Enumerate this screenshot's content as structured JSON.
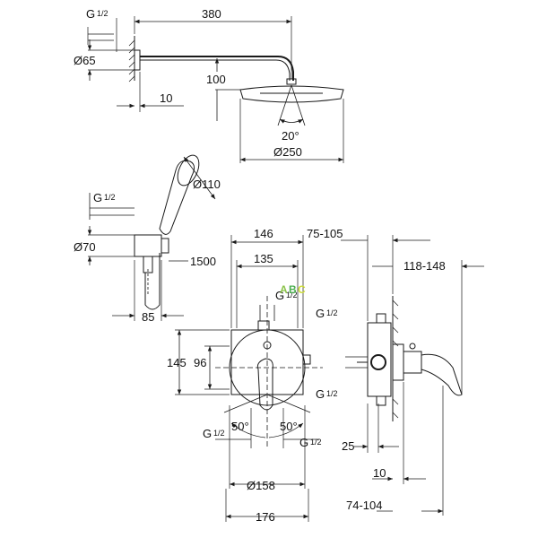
{
  "dimensions": {
    "g12_top": "G",
    "frac": "1/2",
    "arm_length": "380",
    "flange_dia": "Ø65",
    "drop": "100",
    "wall_offset": "10",
    "spray_angle": "20°",
    "head_dia": "Ø250",
    "hand_dia": "Ø110",
    "g12_holder": "G",
    "holder_dia": "Ø70",
    "hose_length": "1500",
    "holder_depth": "85",
    "width_146": "146",
    "width_135": "135",
    "depth_75_105": "75-105",
    "depth_118_148": "118-148",
    "g12_mid_left": "G",
    "g12_mid_right": "G",
    "g12_side_lower": "G",
    "height_145": "145",
    "height_96": "96",
    "angle_left": "50°",
    "angle_right": "50°",
    "g12_bottom_left": "G",
    "g12_bottom_right": "G",
    "dim_25": "25",
    "plate_dia": "Ø158",
    "dim_10_bottom": "10",
    "plate_width": "176",
    "depth_74_104": "74-104"
  },
  "watermark": {
    "a": "A",
    "b": "B",
    "c": "C"
  },
  "colors": {
    "line": "#1a1a1a",
    "wm_a": "#8bc34a",
    "wm_b": "#4caf50",
    "wm_c": "#cddc39"
  }
}
